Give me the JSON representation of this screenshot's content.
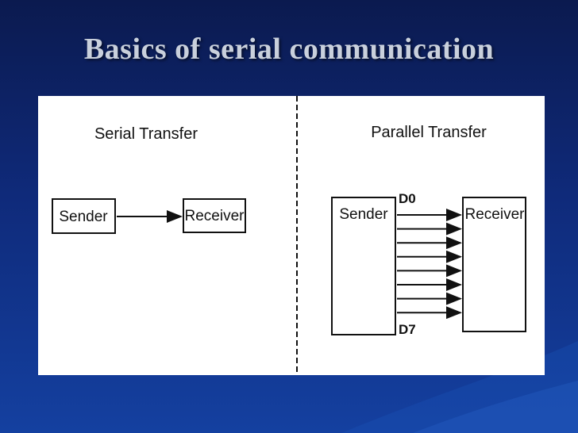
{
  "slide": {
    "title": "Basics of serial communication"
  },
  "diagram": {
    "serial": {
      "heading": "Serial Transfer",
      "sender": "Sender",
      "receiver": "Receiver"
    },
    "parallel": {
      "heading": "Parallel Transfer",
      "sender": "Sender",
      "receiver": "Receiver",
      "first_line": "D0",
      "last_line": "D7",
      "line_count": 8
    }
  },
  "colors": {
    "background": "#0f2a7a",
    "title": "#c9d0dc",
    "panel": "#ffffff",
    "ink": "#111111"
  }
}
